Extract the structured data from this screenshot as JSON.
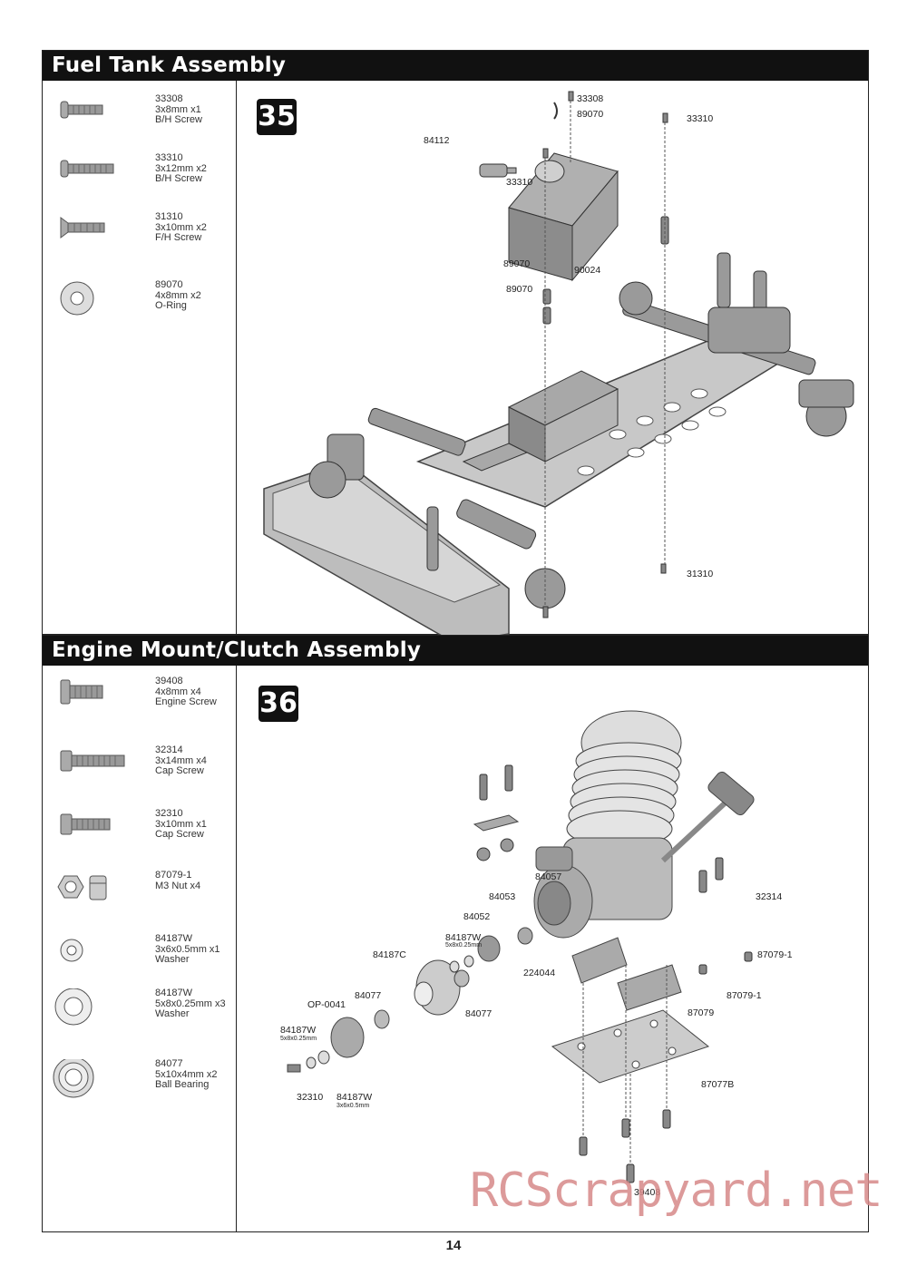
{
  "sections": [
    {
      "title": "Fuel Tank Assembly",
      "step": "35",
      "parts": [
        {
          "code": "33308",
          "line1": "3x8mm x1",
          "line2": "B/H Screw",
          "icon": "button-head-screw-icon"
        },
        {
          "code": "33310",
          "line1": "3x12mm x2",
          "line2": "B/H Screw",
          "icon": "button-head-screw-icon"
        },
        {
          "code": "31310",
          "line1": "3x10mm x2",
          "line2": "F/H Screw",
          "icon": "flat-head-screw-icon"
        },
        {
          "code": "89070",
          "line1": "4x8mm x2",
          "line2": "O-Ring",
          "icon": "o-ring-icon"
        }
      ],
      "callouts": [
        "33308",
        "89070",
        "33310",
        "84112",
        "33310",
        "89070",
        "89070",
        "90024",
        "31310"
      ]
    },
    {
      "title": "Engine Mount/Clutch Assembly",
      "step": "36",
      "parts": [
        {
          "code": "39408",
          "line1": "4x8mm x4",
          "line2": "Engine Screw",
          "icon": "engine-screw-icon"
        },
        {
          "code": "32314",
          "line1": "3x14mm x4",
          "line2": "Cap Screw",
          "icon": "cap-screw-icon"
        },
        {
          "code": "32310",
          "line1": "3x10mm x1",
          "line2": "Cap Screw",
          "icon": "cap-screw-icon"
        },
        {
          "code": "87079-1",
          "line1": "M3 Nut x4",
          "line2": "",
          "icon": "nylon-nut-icon"
        },
        {
          "code": "84187W",
          "line1": "3x6x0.5mm x1",
          "line2": "Washer",
          "icon": "washer-icon"
        },
        {
          "code": "84187W",
          "line1": "5x8x0.25mm x3",
          "line2": "Washer",
          "icon": "washer-icon"
        },
        {
          "code": "84077",
          "line1": "5x10x4mm x2",
          "line2": "Ball Bearing",
          "icon": "ball-bearing-icon"
        }
      ],
      "callouts": [
        "84057",
        "32314",
        "84053",
        "84052",
        "84187W",
        "5x8x0.25mm",
        "87079-1",
        "84187C",
        "224044",
        "84077",
        "87079-1",
        "OP-0041",
        "84077",
        "87079",
        "84187W",
        "5x8x0.25mm",
        "87077B",
        "32310",
        "84187W",
        "3x6x0.5mm",
        "39408"
      ]
    }
  ],
  "page_number": "14",
  "watermark": "RCScrapyard.net"
}
